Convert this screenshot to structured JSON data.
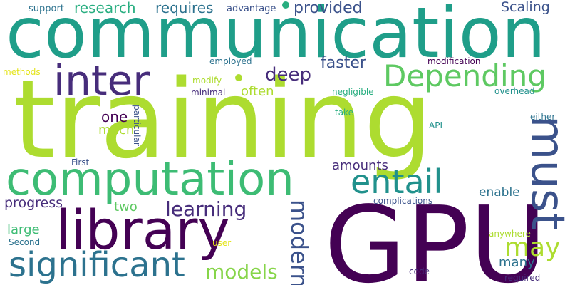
{
  "words": {
    "communication": "communication",
    "training": "training",
    "gpu": "GPU",
    "computation": "computation",
    "library": "library",
    "inter": "inter",
    "depending": "Depending",
    "must": "must",
    "entail": "entail",
    "significant": "significant",
    "learning": "learning",
    "models": "models",
    "modern": "modern",
    "may": "may",
    "deep": "deep",
    "faster": "faster",
    "provided": "provided",
    "research": "research",
    "requires": "requires",
    "scaling": "Scaling",
    "support": "support",
    "advantage": "advantage",
    "often": "often",
    "one": "one",
    "much": "much",
    "two": "two",
    "amounts": "amounts",
    "enable": "enable",
    "progress": "progress",
    "large": "large",
    "many": "many",
    "methods": "methods",
    "employed": "employed",
    "modify": "modify",
    "minimal": "minimal",
    "modification": "modification",
    "overhead": "overhead",
    "negligible": "negligible",
    "take": "take",
    "api": "API",
    "either": "either",
    "first": "First",
    "particular": "particular",
    "complications": "complications",
    "anywhere": "anywhere",
    "second": "Second",
    "user": "user",
    "code": "code",
    "required": "required"
  },
  "palette": {
    "dark_purple": "#440154",
    "indigo": "#472d7b",
    "slate_blue": "#3b528b",
    "steel_blue": "#2c728e",
    "teal": "#21918c",
    "sea_green": "#28ae80",
    "green": "#5ec962",
    "lime": "#addc30",
    "yellow": "#e4e419"
  }
}
